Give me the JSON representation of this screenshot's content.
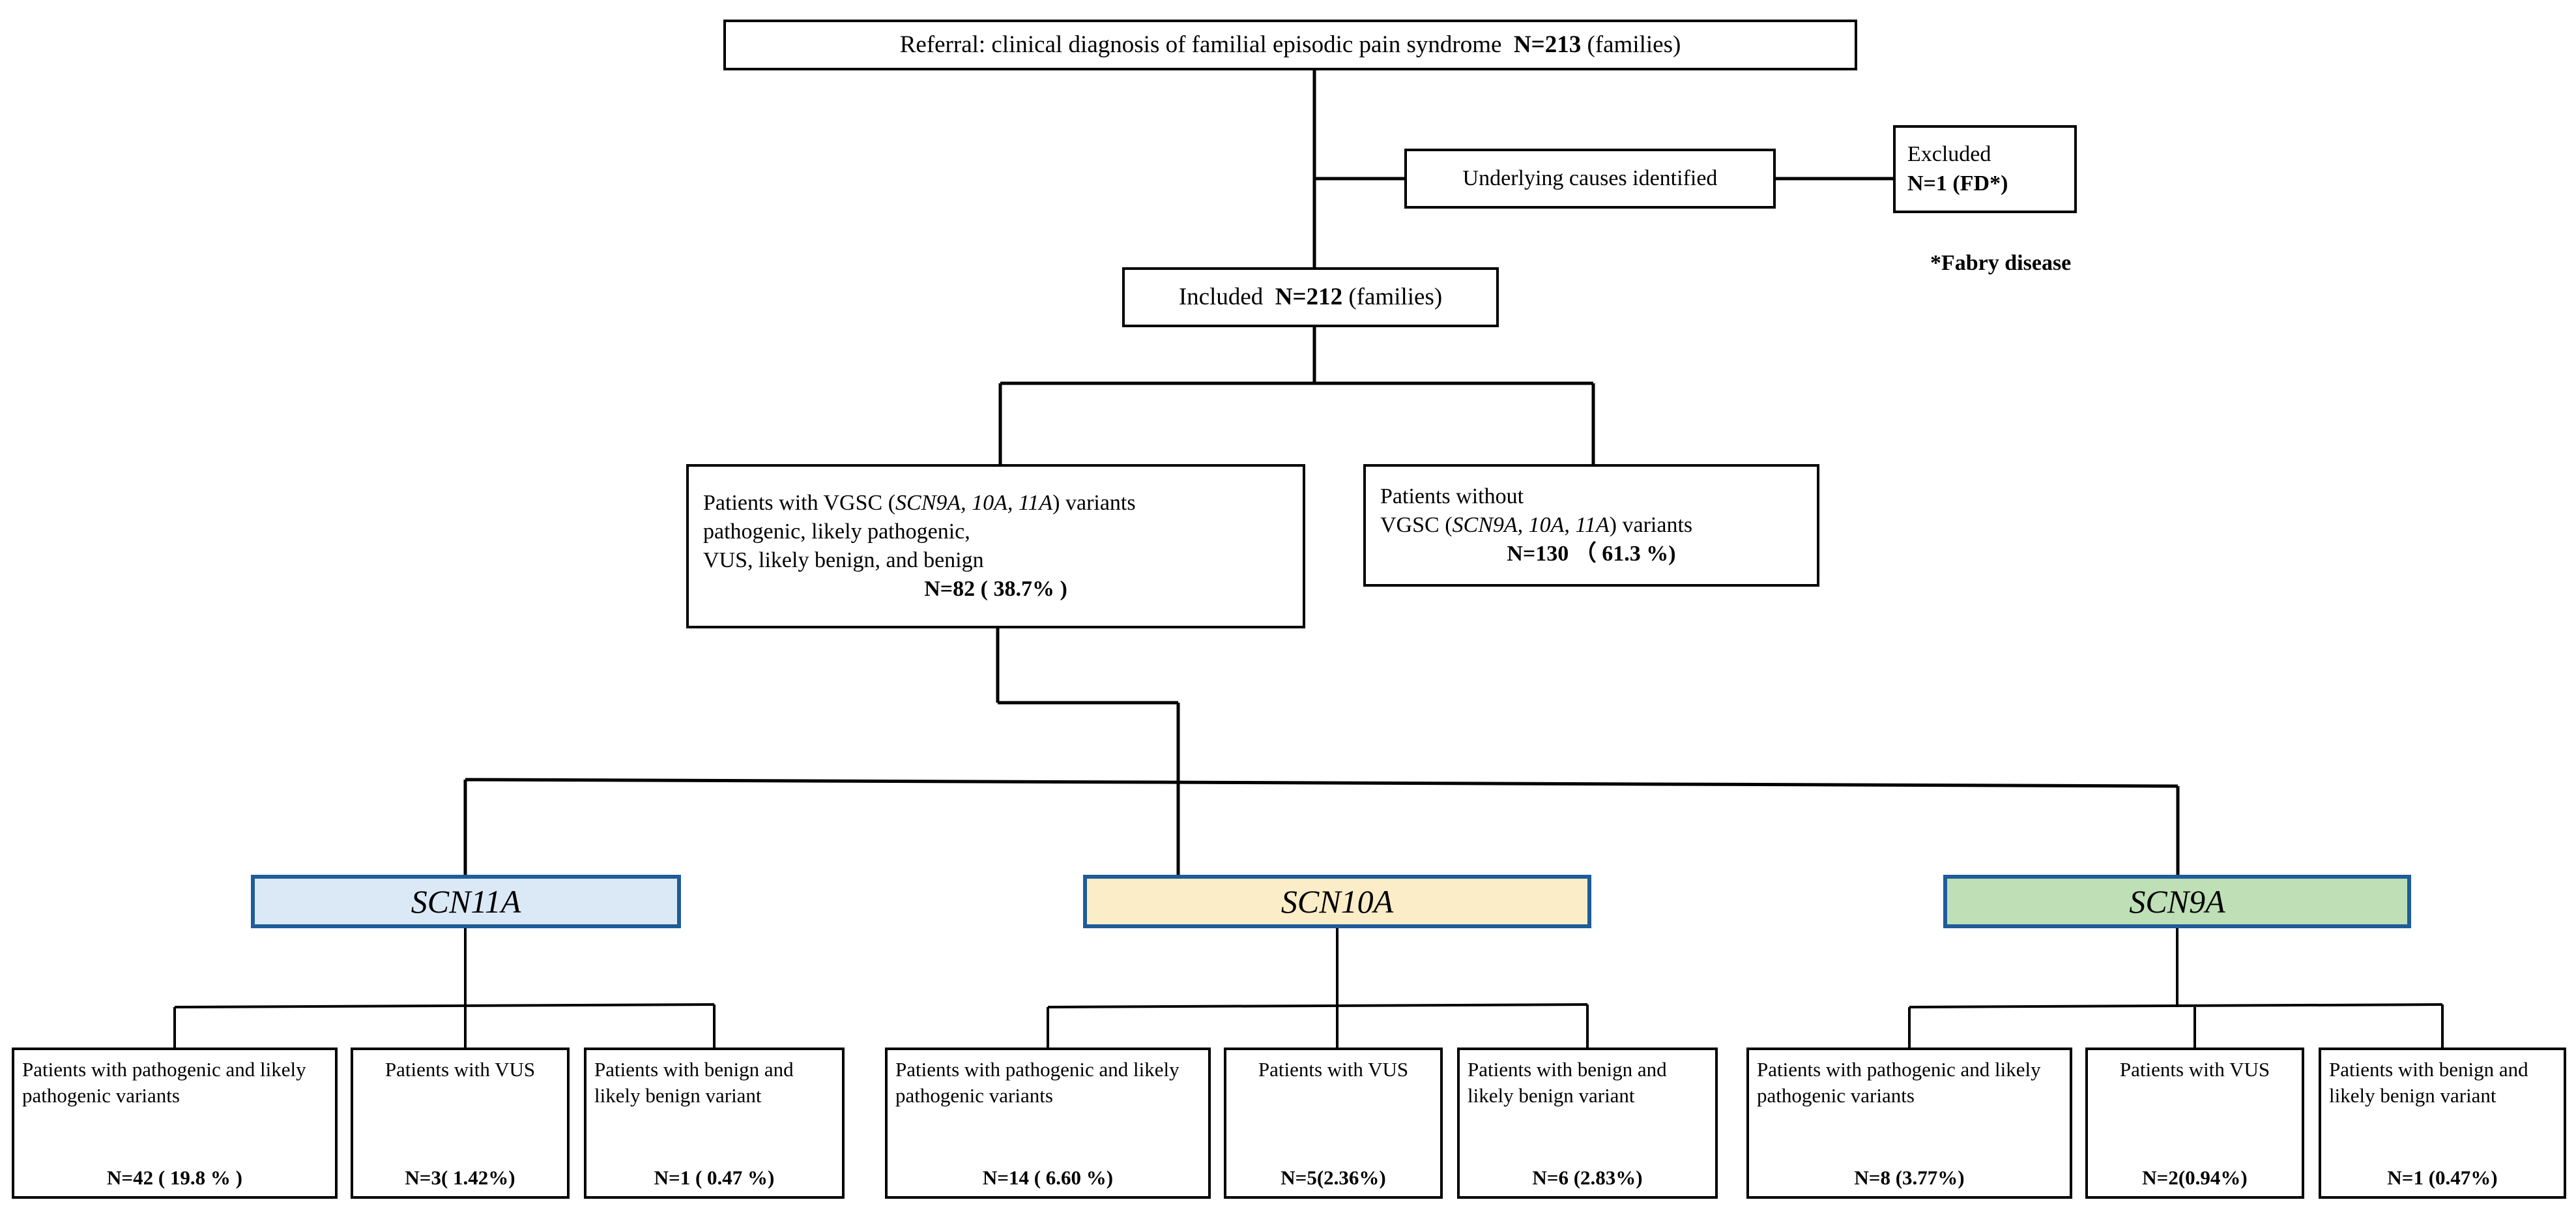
{
  "title": "Referral and genetic classification flowchart for familial episodic pain syndrome",
  "colors": {
    "line": "#000000",
    "gene_border": "#1f5c99",
    "scn11a_fill": "#dbe9f6",
    "scn10a_fill": "#fbedc8",
    "scn9a_fill": "#bfdfb6"
  },
  "nodes": {
    "referral": {
      "text_plain": "Referral: clinical diagnosis of familial episodic pain syndrome",
      "count": "N=213",
      "unit": "(families)"
    },
    "underlying": {
      "label": "Underlying causes identified"
    },
    "excluded": {
      "label": "Excluded",
      "count": "N=1 (FD*)"
    },
    "footnote": "*Fabry disease",
    "included": {
      "label": "Included",
      "count": "N=212",
      "unit": "(families)"
    },
    "with_vgsc": {
      "line1_a": "Patients with VGSC (",
      "line1_genes": "SCN9A, 10A, 11A",
      "line1_b": ") variants",
      "line2": "pathogenic, likely pathogenic,",
      "line3": "VUS, likely benign, and benign",
      "count": "N=82 ( 38.7% )"
    },
    "without_vgsc": {
      "line1": "Patients without",
      "line2_a": "VGSC (",
      "line2_genes": "SCN9A, 10A, 11A",
      "line2_b": ") variants",
      "count": "N=130 （ 61.3 %)"
    }
  },
  "genes": [
    {
      "name": "SCN11A",
      "fill": "#dbe9f6"
    },
    {
      "name": "SCN10A",
      "fill": "#fbedc8"
    },
    {
      "name": "SCN9A",
      "fill": "#bfdfb6"
    }
  ],
  "leaves": [
    {
      "gene": "SCN11A",
      "category": "pathogenic-and-likely-pathogenic",
      "line1": "Patients with pathogenic",
      "line2": "and likely pathogenic",
      "line3": "variants",
      "count": "N=42 (  19.8 % )"
    },
    {
      "gene": "SCN11A",
      "category": "vus",
      "line1": "Patients with",
      "line2": "VUS",
      "line3": "",
      "count": "N=3( 1.42%)"
    },
    {
      "gene": "SCN11A",
      "category": "benign-and-likely-benign",
      "line1": "Patients with",
      "line2": "benign and likely",
      "line3": "benign variant",
      "count": "N=1 ( 0.47 %)"
    },
    {
      "gene": "SCN10A",
      "category": "pathogenic-and-likely-pathogenic",
      "line1": "Patients with pathogenic",
      "line2": "and likely pathogenic",
      "line3": "variants",
      "count": "N=14 ( 6.60 %)"
    },
    {
      "gene": "SCN10A",
      "category": "vus",
      "line1": "Patients with",
      "line2": "VUS",
      "line3": "",
      "count": "N=5(2.36%)"
    },
    {
      "gene": "SCN10A",
      "category": "benign-and-likely-benign",
      "line1": "Patients with",
      "line2": "benign and likely",
      "line3": "benign variant",
      "count": "N=6 (2.83%)"
    },
    {
      "gene": "SCN9A",
      "category": "pathogenic-and-likely-pathogenic",
      "line1": "Patients with pathogenic",
      "line2": "and likely pathogenic",
      "line3": "variants",
      "count": "N=8 (3.77%)"
    },
    {
      "gene": "SCN9A",
      "category": "vus",
      "line1": "Patients with",
      "line2": "VUS",
      "line3": "",
      "count": "N=2(0.94%)"
    },
    {
      "gene": "SCN9A",
      "category": "benign-and-likely-benign",
      "line1": "Patients with",
      "line2": "benign and likely",
      "line3": "benign variant",
      "count": "N=1 (0.47%)"
    }
  ]
}
